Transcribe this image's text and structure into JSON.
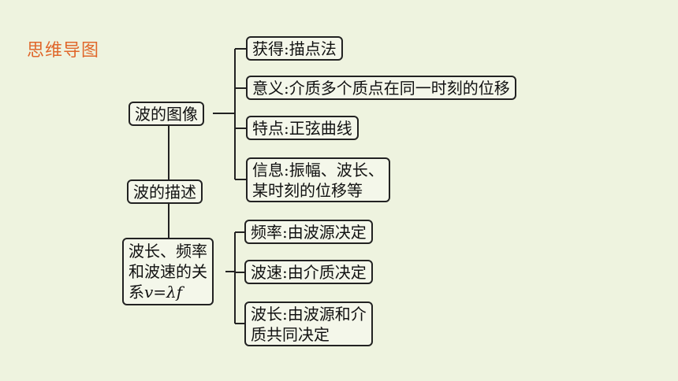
{
  "header": {
    "title": "思维导图"
  },
  "center": {
    "label": "波的描述"
  },
  "branch_image": {
    "label": "波的图像",
    "items": [
      "获得:描点法",
      "意义:介质多个质点在同一时刻的位移",
      "特点:正弦曲线",
      [
        "信息:振幅、波长、",
        "某时刻的位移等"
      ]
    ]
  },
  "branch_relation": {
    "label_lines": [
      "波长、频率",
      "和波速的关",
      "系"
    ],
    "formula": "v=λf",
    "items": [
      "频率:由波源决定",
      "波速:由介质决定",
      [
        "波长:由波源和介",
        "质共同决定"
      ]
    ]
  }
}
